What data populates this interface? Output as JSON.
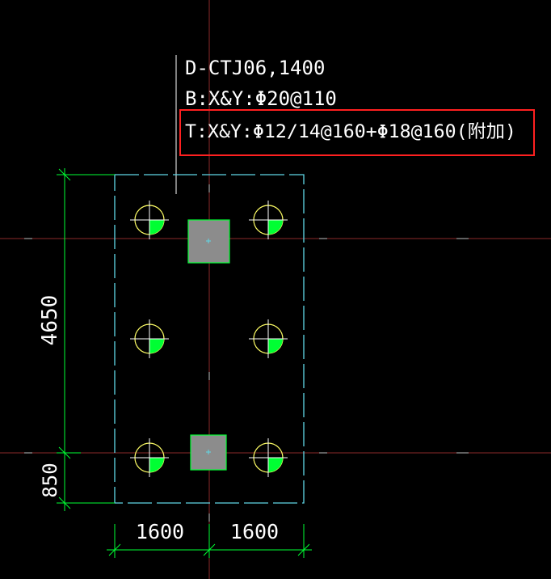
{
  "drawing": {
    "annotation": {
      "line1": "D-CTJ06,1400",
      "line2": "B:X&Y:Φ20@110",
      "line3": "T:X&Y:Φ12/14@160+Φ18@160(附加)"
    },
    "dimensions": {
      "vertical_top": "4650",
      "vertical_bottom": "850",
      "horizontal_left": "1600",
      "horizontal_right": "1600"
    },
    "colors": {
      "background": "#000000",
      "axis_line": "#8b2a2a",
      "outline_dash": "#5fd7e6",
      "pile_circle": "#ffff66",
      "pile_fill": "#00ff33",
      "column_fill": "#8c8c8c",
      "column_edge": "#00ff33",
      "dimension_line": "#00ff33",
      "highlight_box": "#ff2020",
      "text": "#ffffff"
    }
  }
}
